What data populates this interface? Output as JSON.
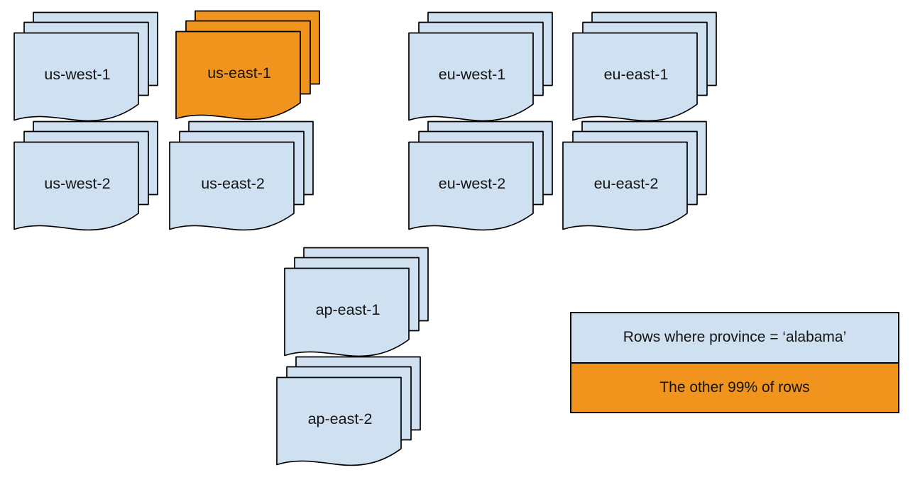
{
  "colors": {
    "background": "#ffffff",
    "default_fill": "#cfe0f1",
    "highlight_fill": "#f1941d",
    "stroke": "#000000",
    "text": "#141414"
  },
  "stacks": [
    {
      "label": "us-west-1",
      "variant": "default"
    },
    {
      "label": "us-east-1",
      "variant": "highlight"
    },
    {
      "label": "eu-west-1",
      "variant": "default"
    },
    {
      "label": "eu-east-1",
      "variant": "default"
    },
    {
      "label": "us-west-2",
      "variant": "default"
    },
    {
      "label": "us-east-2",
      "variant": "default"
    },
    {
      "label": "eu-west-2",
      "variant": "default"
    },
    {
      "label": "eu-east-2",
      "variant": "default"
    },
    {
      "label": "ap-east-1",
      "variant": "default"
    },
    {
      "label": "ap-east-2",
      "variant": "default"
    }
  ],
  "legend": [
    {
      "label": "Rows where province = ‘alabama’",
      "variant": "default"
    },
    {
      "label": "The other 99% of rows",
      "variant": "highlight"
    }
  ]
}
